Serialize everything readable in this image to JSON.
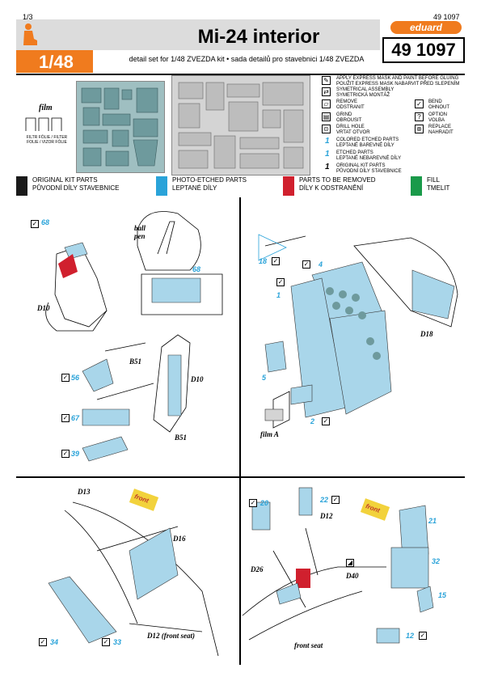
{
  "header": {
    "page": "1/3",
    "code": "49 1097",
    "title": "Mi-24 interior",
    "subtitle": "detail set for 1/48 ZVEZDA kit • sada detailů pro stavebnici 1/48 ZVEZDA",
    "scale": "1/48",
    "brand": "eduard",
    "kit_number": "49 1097"
  },
  "film": {
    "label": "film",
    "caption": "FILTR FÓLIE / FILTER FOLIE / VIZOR FÓLIE"
  },
  "legend": [
    {
      "icon": "mask-paint",
      "text": "APPLY EXPRESS MASK AND PAINT BEFORE GLUING\nPOUŽIT EXPRESS MASK NABARVIT PŘED SLEPENÍM"
    },
    {
      "icon": "symmetrical",
      "text": "SYMETRICAL ASSEMBLY\nSYMETRICKÁ MONTÁŽ"
    },
    {
      "icon": "remove",
      "text": "REMOVE\nODSTRANIT"
    },
    {
      "icon": "bend",
      "text": "BEND\nOHNOUT"
    },
    {
      "icon": "grind",
      "text": "GRIND\nOBROUSIT"
    },
    {
      "icon": "option",
      "text": "OPTION\nVOLBA"
    },
    {
      "icon": "drill",
      "text": "DRILL HOLE\nVRTAT OTVOR"
    },
    {
      "icon": "replace",
      "text": "REPLACE\nNAHRADIT"
    },
    {
      "icon": "num-colored",
      "text": "COLORED ETCHED PARTS\nLEPTANÉ BAREVNÉ DÍLY"
    },
    {
      "icon": "num-etched",
      "text": "ETCHED PARTS\nLEPTANÉ NEBAREVNÉ DÍLY"
    },
    {
      "icon": "num-original",
      "text": "ORIGINAL KIT PARTS\nPŮVODNÍ DÍLY STAVEBNICE"
    }
  ],
  "categories": [
    {
      "color": "#1a1a1a",
      "line1": "ORIGINAL KIT PARTS",
      "line2": "PŮVODNÍ DÍLY STAVEBNICE"
    },
    {
      "color": "#2aa3d9",
      "line1": "PHOTO-ETCHED PARTS",
      "line2": "LEPTANÉ DÍLY"
    },
    {
      "color": "#d0202e",
      "line1": "PARTS TO BE REMOVED",
      "line2": "DÍLY K ODSTRANĚNÍ"
    },
    {
      "color": "#1a9a4a",
      "line1": "FILL",
      "line2": "TMELIT"
    }
  ],
  "panel1": {
    "kit_labels": [
      "D10",
      "B51",
      "D10",
      "B51"
    ],
    "note": "ball pen",
    "parts": [
      "68",
      "68",
      "56",
      "67",
      "39"
    ]
  },
  "panel2": {
    "kit_labels": [
      "D18",
      "film A"
    ],
    "parts": [
      "18",
      "4",
      "1",
      "5",
      "2"
    ]
  },
  "panel3": {
    "kit_labels": [
      "D13",
      "D16",
      "D12 (front seat)"
    ],
    "front": "front",
    "parts": [
      "34",
      "33"
    ]
  },
  "panel4": {
    "kit_labels": [
      "D12",
      "D26",
      "D40",
      "front seat"
    ],
    "front": "front",
    "parts": [
      "20",
      "22",
      "21",
      "32",
      "15",
      "12"
    ]
  }
}
